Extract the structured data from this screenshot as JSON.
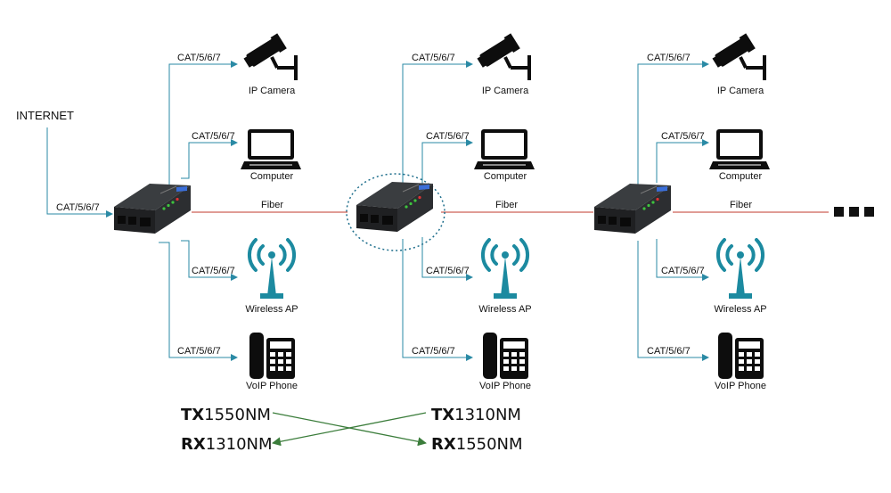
{
  "internet_label": "INTERNET",
  "link_label": "CAT/5/6/7",
  "fiber_label": "Fiber",
  "devices": {
    "camera": "IP Camera",
    "computer": "Computer",
    "wireless": "Wireless AP",
    "phone": "VoIP Phone"
  },
  "wavelengths": {
    "tx": "TX",
    "rx": "RX",
    "left_tx": "1550NM",
    "left_rx": "1310NM",
    "right_tx": "1310NM",
    "right_rx": "1550NM"
  },
  "colors": {
    "cat_line": "#2a8aa5",
    "fiber_line": "#c0392b",
    "cross_line": "#3b7d3b",
    "device_icon": "#0d0d0d",
    "wireless_icon": "#1c8aa0"
  }
}
